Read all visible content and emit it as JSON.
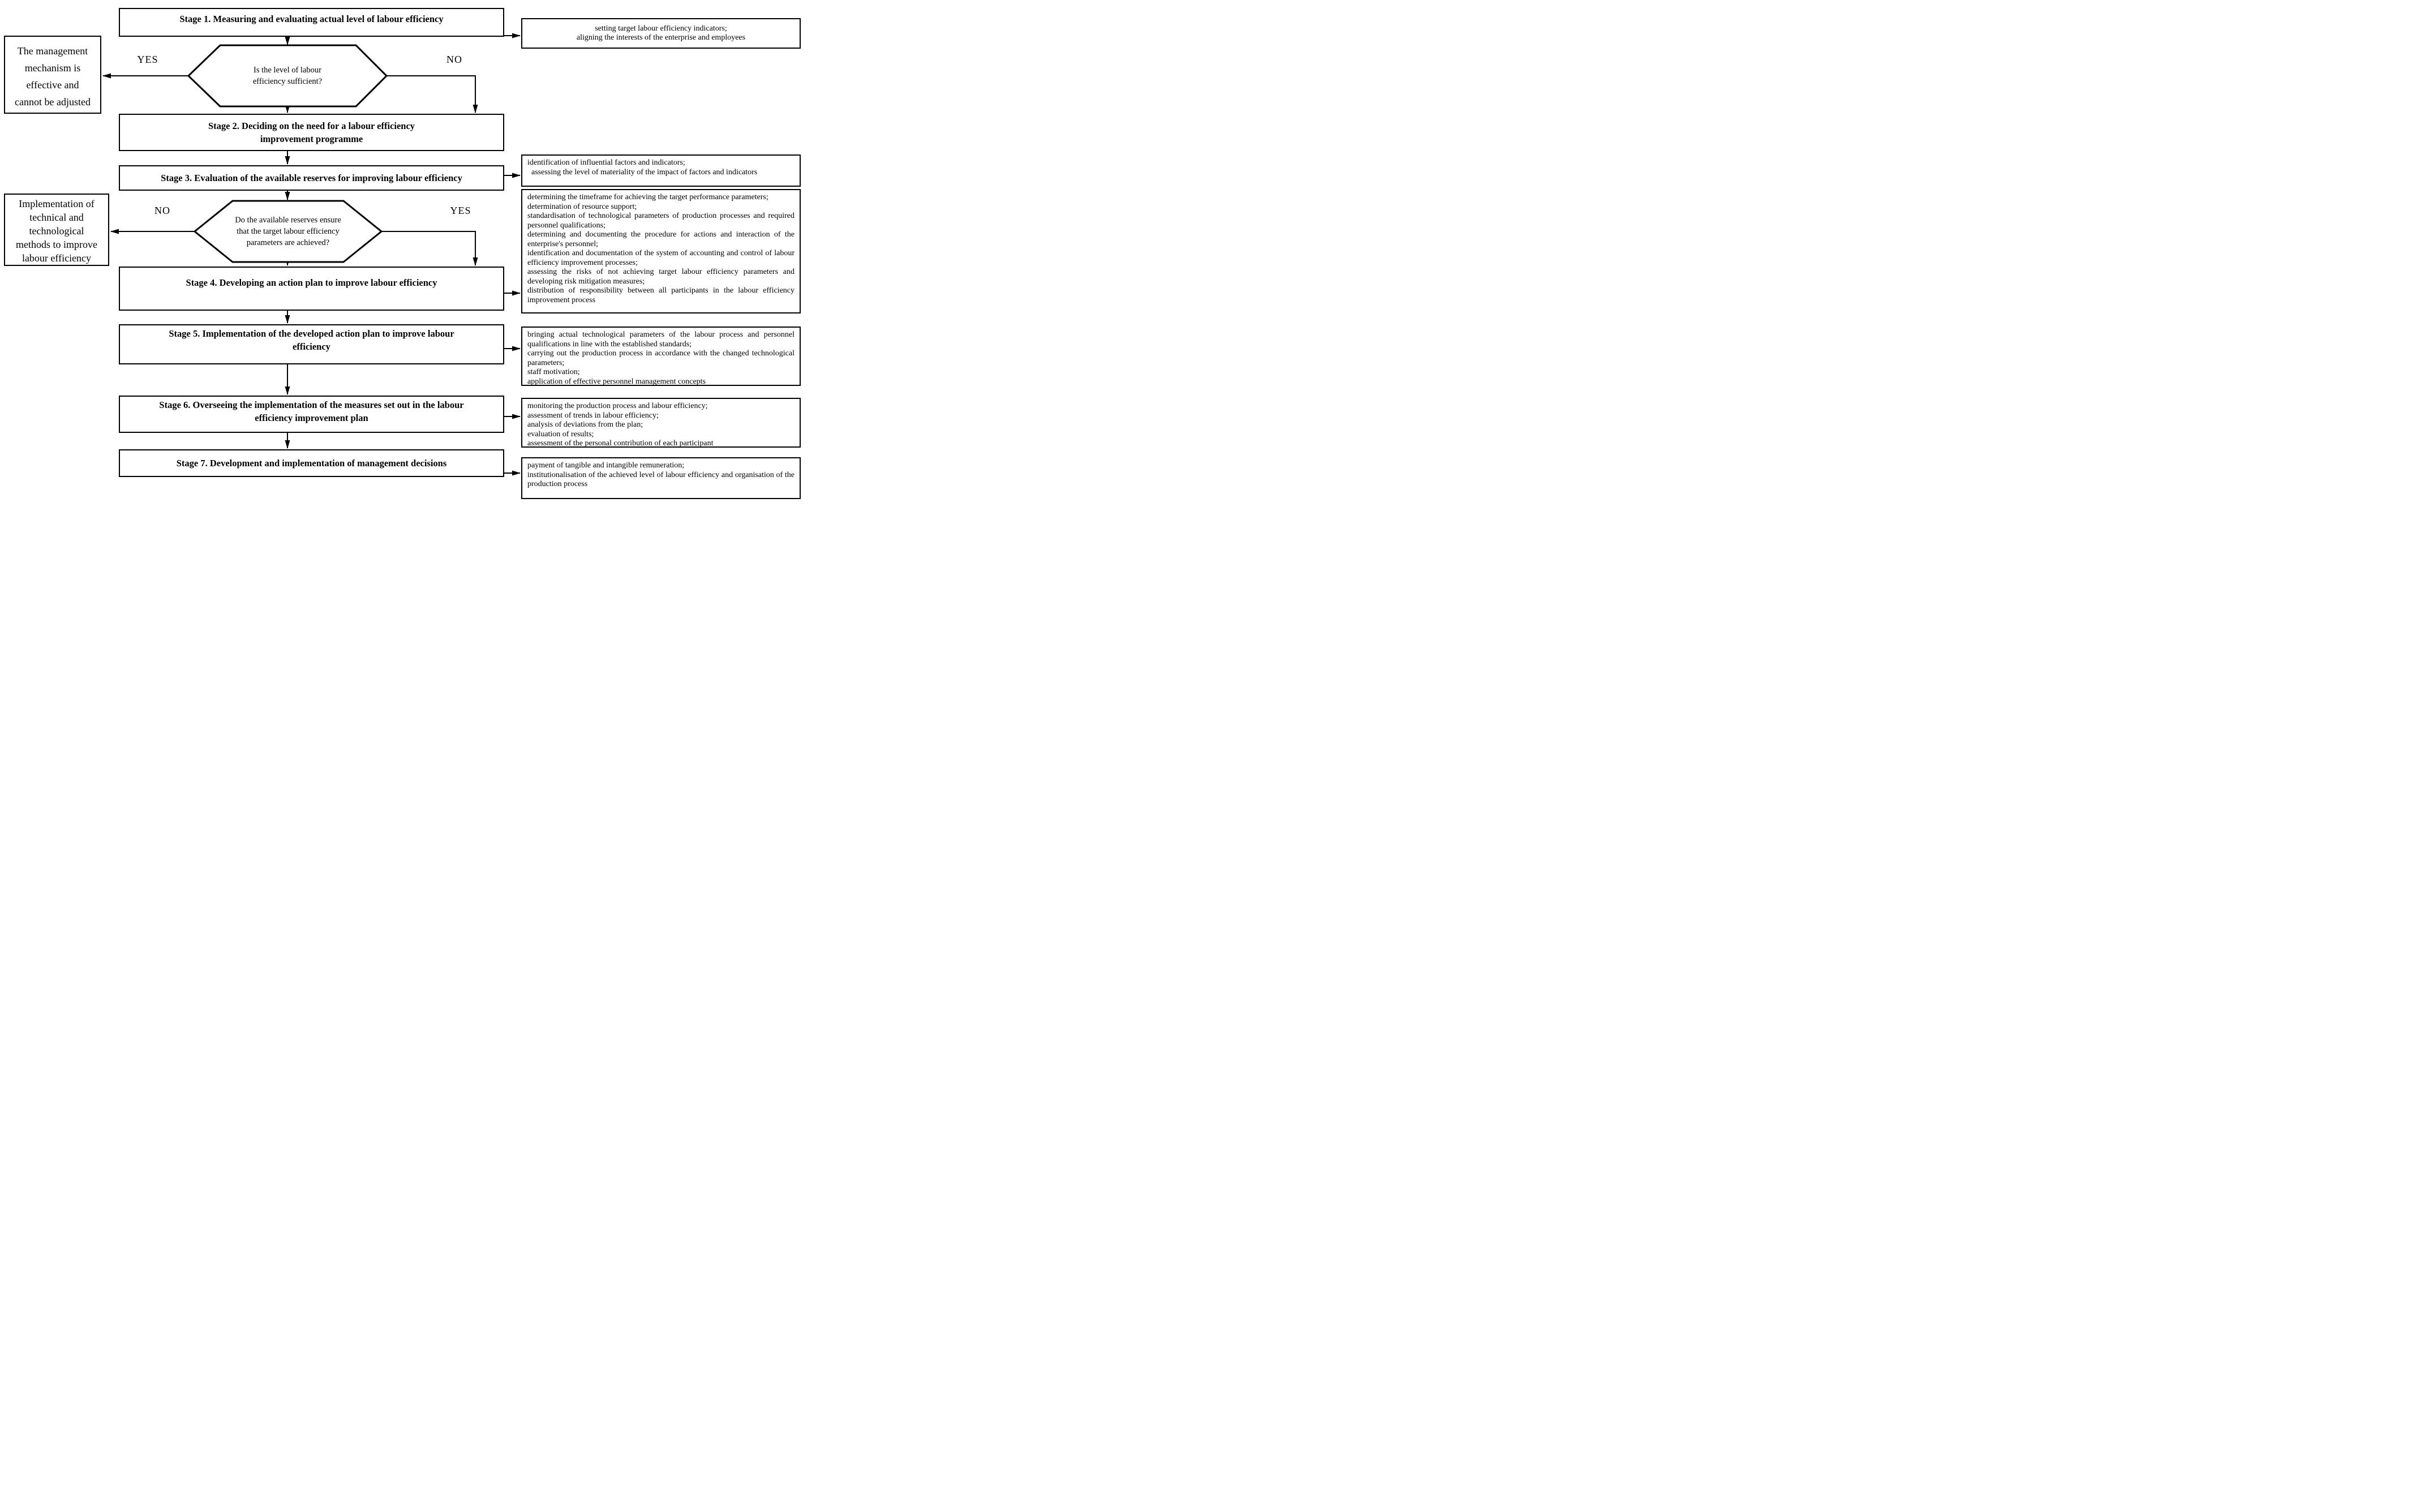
{
  "diagram": {
    "background_color": "#ffffff",
    "ink_color": "#000000",
    "stages": [
      {
        "label": "Stage 1. Measuring and evaluating actual level of labour efficiency"
      },
      {
        "label": "Stage 2. Deciding on the need for a labour efficiency\nimprovement programme"
      },
      {
        "label": "Stage 3. Evaluation of the available reserves for improving labour efficiency"
      },
      {
        "label": "Stage 4. Developing an action plan to improve labour efficiency"
      },
      {
        "label": "Stage 5. Implementation of the developed action plan to improve labour\nefficiency"
      },
      {
        "label": "Stage 6. Overseeing the implementation of the measures set out in the labour\nefficiency improvement plan"
      },
      {
        "label": "Stage 7. Development and implementation of management decisions"
      }
    ],
    "decisions": [
      {
        "question": "Is the level of labour\nefficiency sufficient?",
        "yes_label": "YES",
        "no_label": "NO"
      },
      {
        "question": "Do the available reserves ensure\nthat the target labour efficiency\nparameters are achieved?",
        "no_label": "NO",
        "yes_label": "YES"
      }
    ],
    "outcomes": [
      {
        "text": "The management\nmechanism is\neffective and\ncannot be adjusted"
      },
      {
        "text": "Implementation of\ntechnical and\ntechnological\nmethods to improve\nlabour efficiency"
      }
    ],
    "annotations": [
      {
        "lines": [
          "setting target labour efficiency indicators;",
          "aligning the interests of the enterprise and employees"
        ]
      },
      {
        "lines": [
          "identification of influential factors and indicators;",
          "  assessing the level of materiality of the impact of factors and indicators"
        ]
      },
      {
        "lines": [
          "determining the timeframe for achieving the target performance parameters;",
          "determination of resource support;",
          "standardisation of technological parameters of production processes and required personnel qualifications;",
          "determining and documenting the procedure for actions and interaction of the enterprise's personnel;",
          "identification and documentation of the system of accounting and control of labour efficiency improvement processes;",
          "assessing the risks of not achieving target labour efficiency parameters and developing risk mitigation measures;",
          "distribution of responsibility between all participants in the labour efficiency improvement process"
        ]
      },
      {
        "lines": [
          "bringing actual technological parameters of the labour process and personnel qualifications in line with the established standards;",
          "carrying out the production process in accordance with the changed technological parameters;",
          "staff motivation;",
          "application of effective personnel management concepts"
        ]
      },
      {
        "lines": [
          "monitoring the production process and labour efficiency;",
          "assessment of trends in labour efficiency;",
          "analysis of deviations from the plan;",
          "evaluation of results;",
          "assessment of the personal contribution of each participant"
        ]
      },
      {
        "lines": [
          "payment of tangible and intangible remuneration;",
          "institutionalisation of the achieved level of labour efficiency and organisation of the production process"
        ]
      }
    ]
  }
}
